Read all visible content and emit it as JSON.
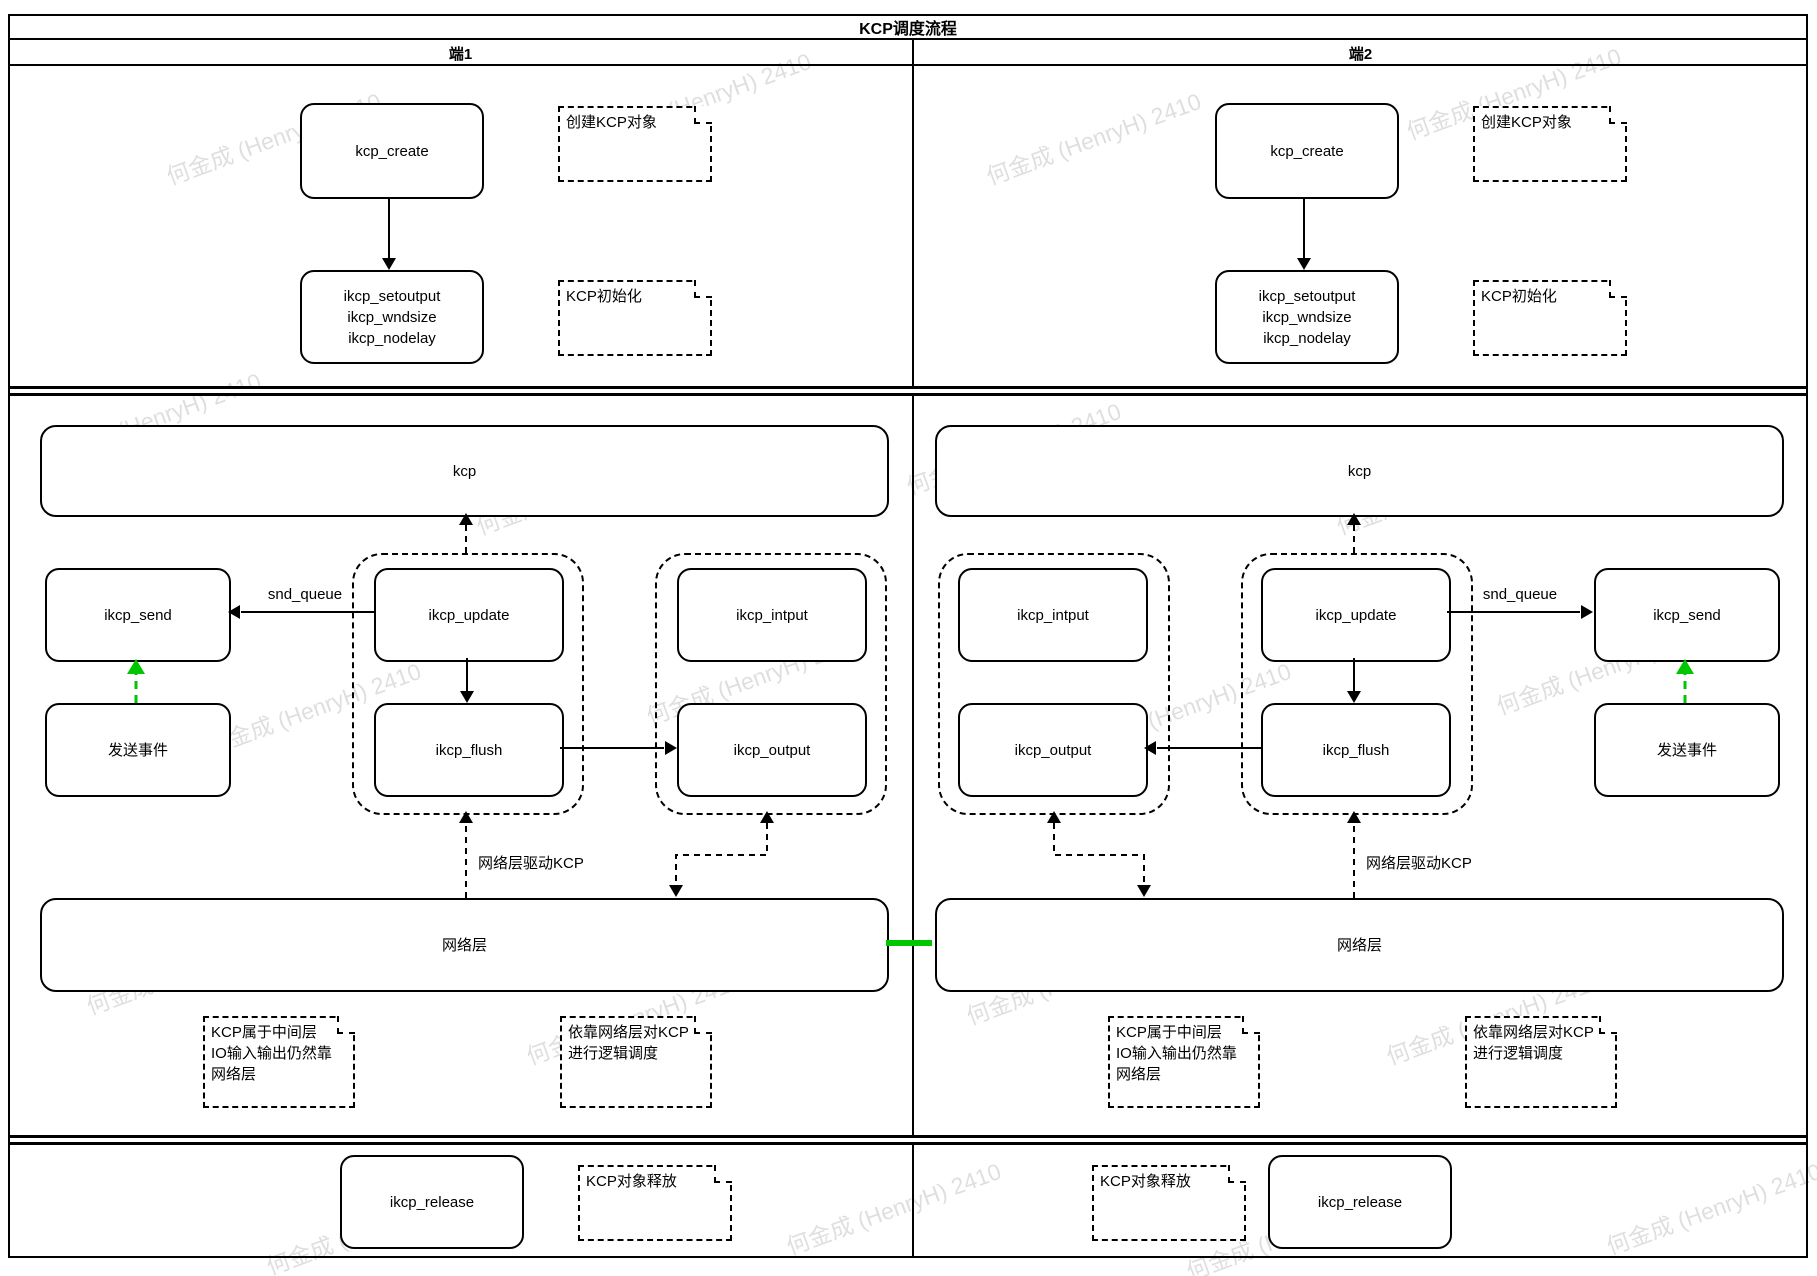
{
  "title": "KCP调度流程",
  "lanes": {
    "lane1": "端1",
    "lane2": "端2"
  },
  "nodes": {
    "kcp_create": "kcp_create",
    "init": [
      "ikcp_setoutput",
      "ikcp_wndsize",
      "ikcp_nodelay"
    ],
    "kcp": "kcp",
    "ikcp_send": "ikcp_send",
    "ikcp_update": "ikcp_update",
    "ikcp_flush": "ikcp_flush",
    "ikcp_intput": "ikcp_intput",
    "ikcp_output": "ikcp_output",
    "send_event": "发送事件",
    "network": "网络层",
    "ikcp_release": "ikcp_release"
  },
  "edges": {
    "snd_queue": "snd_queue",
    "net_drive": "网络层驱动KCP"
  },
  "notes": {
    "create": "创建KCP对象",
    "init": "KCP初始化",
    "middle": [
      "KCP属于中间层",
      "IO输入输出仍然靠",
      "网络层"
    ],
    "rely": [
      "依靠网络层对KCP",
      "进行逻辑调度"
    ],
    "release": "KCP对象释放"
  },
  "watermark": "何金成 (HenryH) 2410",
  "colors": {
    "green": "#00c600",
    "stroke": "#000000"
  }
}
